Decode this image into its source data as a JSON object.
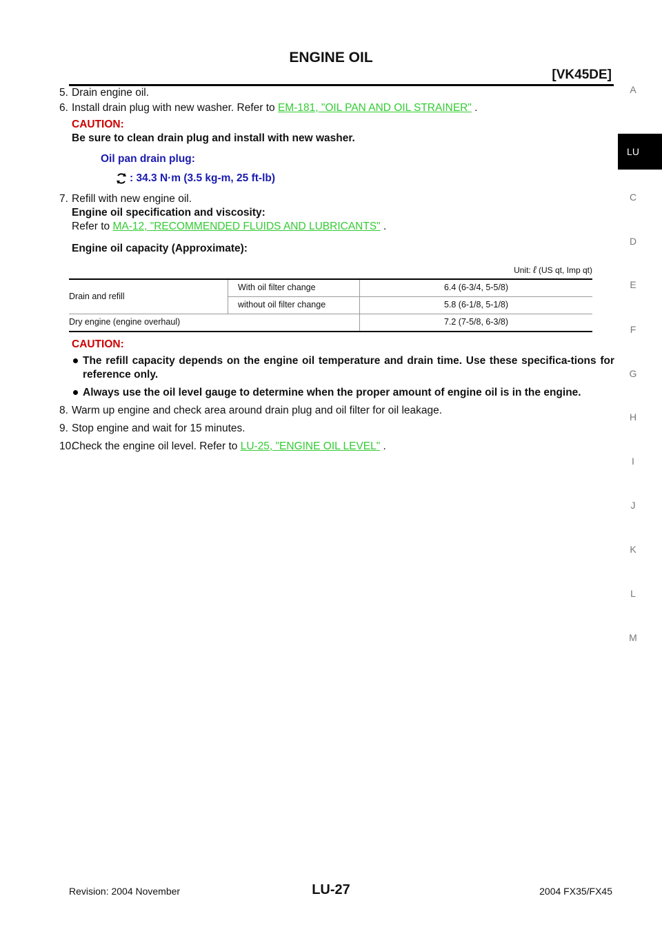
{
  "header": {
    "title": "ENGINE OIL",
    "engine_code": "[VK45DE]"
  },
  "side_index": {
    "letters": [
      "A",
      "LU",
      "C",
      "D",
      "E",
      "F",
      "G",
      "H",
      "I",
      "J",
      "K",
      "L",
      "M"
    ],
    "active": "LU"
  },
  "steps": {
    "s5": {
      "num": "5.",
      "text": "Drain engine oil."
    },
    "s6": {
      "num": "6.",
      "text_before": "Install drain plug with new washer. Refer to ",
      "link": "EM-181, \"OIL PAN AND OIL STRAINER\"",
      "text_after": " .",
      "caution_label": "CAUTION:",
      "caution_text": "Be sure to clean drain plug and install with new washer.",
      "torque_label": "Oil pan drain plug:",
      "torque_value": ": 34.3 N·m (3.5 kg-m, 25 ft-lb)",
      "torque_icon": "torque-wrench-icon"
    },
    "s7": {
      "num": "7.",
      "line1": "Refill with new engine oil.",
      "line2": "Engine oil specification and viscosity:",
      "line3_before": "Refer to ",
      "link": "MA-12, \"RECOMMENDED FLUIDS AND LUBRICANTS\"",
      "line3_after": " ."
    },
    "capacity": {
      "title": "Engine oil capacity (Approximate):",
      "unit_prefix": "Unit: ",
      "unit_symbol": "ℓ",
      "unit_suffix": "  (US qt, Imp qt)",
      "rows": [
        {
          "group": "Drain and refill",
          "condition": "With oil filter change",
          "value": "6.4 (6-3/4, 5-5/8)"
        },
        {
          "group": "",
          "condition": "without oil filter change",
          "value": "5.8 (6-1/8, 5-1/8)"
        },
        {
          "group": "Dry engine (engine overhaul)",
          "condition": "",
          "value": "7.2 (7-5/8, 6-3/8)"
        }
      ],
      "caution_label": "CAUTION:",
      "cautions": [
        "The refill capacity depends on the engine oil temperature and drain time. Use these specifica-tions for reference only.",
        "Always use the oil level gauge to determine when the proper amount of engine oil is in the engine."
      ]
    },
    "s8": {
      "num": "8.",
      "text": "Warm up engine and check area around drain plug and oil filter for oil leakage."
    },
    "s9": {
      "num": "9.",
      "text": "Stop engine and wait for 15 minutes."
    },
    "s10": {
      "num": "10.",
      "text_before": "Check the engine oil level. Refer to ",
      "link": "LU-25, \"ENGINE OIL LEVEL\"",
      "text_after": " ."
    }
  },
  "footer": {
    "revision": "Revision: 2004 November",
    "page": "LU-27",
    "model": "2004 FX35/FX45"
  },
  "colors": {
    "link": "#33cc33",
    "caution": "#cc0000",
    "torque": "#1a1ab0"
  }
}
